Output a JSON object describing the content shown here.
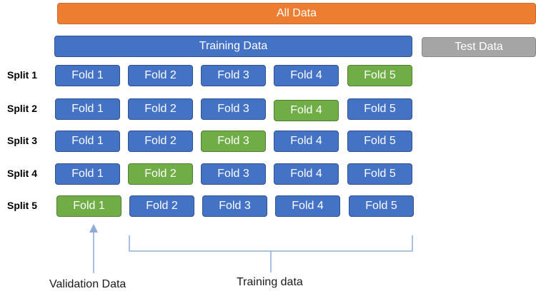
{
  "header": {
    "all_data": "All Data",
    "training_data": "Training Data",
    "test_data": "Test Data"
  },
  "splits": [
    {
      "label": "Split 1",
      "folds": [
        "Fold 1",
        "Fold 2",
        "Fold 3",
        "Fold 4",
        "Fold 5"
      ],
      "validation_index": 4
    },
    {
      "label": "Split 2",
      "folds": [
        "Fold 1",
        "Fold 2",
        "Fold 3",
        "Fold 4",
        "Fold 5"
      ],
      "validation_index": 3
    },
    {
      "label": "Split 3",
      "folds": [
        "Fold 1",
        "Fold 2",
        "Fold 3",
        "Fold 4",
        "Fold 5"
      ],
      "validation_index": 2
    },
    {
      "label": "Split 4",
      "folds": [
        "Fold 1",
        "Fold 2",
        "Fold 3",
        "Fold 4",
        "Fold 5"
      ],
      "validation_index": 1
    },
    {
      "label": "Split 5",
      "folds": [
        "Fold 1",
        "Fold 2",
        "Fold 3",
        "Fold 4",
        "Fold 5"
      ],
      "validation_index": 0
    }
  ],
  "annotations": {
    "validation_label": "Validation Data",
    "training_label": "Training data"
  },
  "colors": {
    "all_data": "#ed7d31",
    "training": "#4472c4",
    "test": "#a5a5a5",
    "validation": "#70ad47",
    "connector": "#8faadc"
  }
}
